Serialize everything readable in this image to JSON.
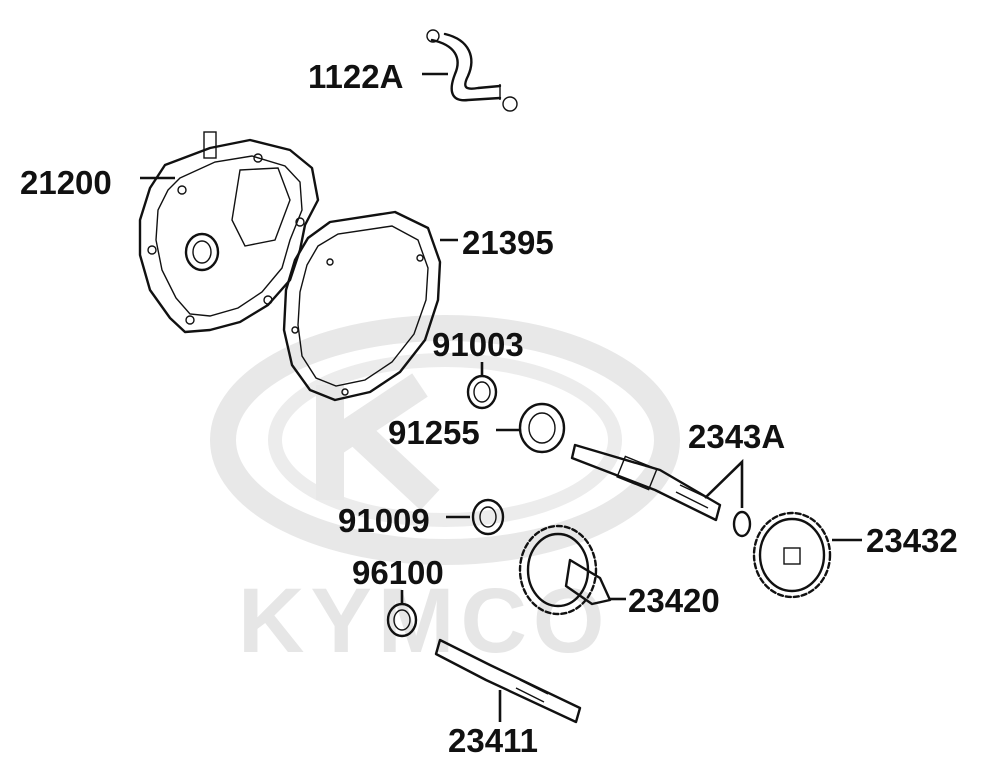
{
  "watermark": {
    "brand": "KYMCO"
  },
  "parts": [
    {
      "id": "1122A"
    },
    {
      "id": "21200"
    },
    {
      "id": "21395"
    },
    {
      "id": "91003"
    },
    {
      "id": "91255"
    },
    {
      "id": "2343A"
    },
    {
      "id": "91009"
    },
    {
      "id": "23432"
    },
    {
      "id": "96100"
    },
    {
      "id": "23420"
    },
    {
      "id": "23411"
    }
  ],
  "colors": {
    "ink": "#111111",
    "watermark": "#e6e6e6",
    "background": "#ffffff"
  }
}
